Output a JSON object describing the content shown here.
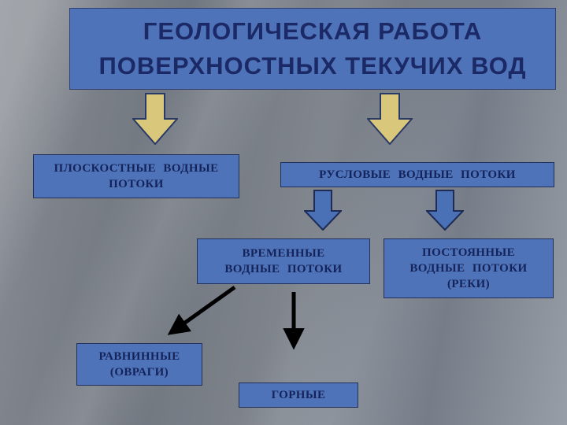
{
  "slide": {
    "title_line1": "ГЕОЛОГИЧЕСКАЯ РАБОТА",
    "title_line2": "ПОВЕРХНОСТНЫХ ТЕКУЧИХ ВОД"
  },
  "nodes": {
    "planar": "ПЛОСКОСТНЫЕ ВОДНЫЕ\nПОТОКИ",
    "channel": "РУСЛОВЫЕ ВОДНЫЕ ПОТОКИ",
    "temporary": "ВРЕМЕННЫЕ\nВОДНЫЕ ПОТОКИ",
    "permanent": "ПОСТОЯННЫЕ\nВОДНЫЕ ПОТОКИ\n(РЕКИ)",
    "plain": "РАВНИННЫЕ\n(ОВРАГИ)",
    "mountain": "ГОРНЫЕ"
  },
  "colors": {
    "node-fill": "#4f73b8",
    "node-border": "#22305c",
    "node-text": "#14235a",
    "title-fill": "#4f73b8",
    "title-text": "#1b2a66",
    "arrow-yellow": "#d9c87c",
    "arrow-blue": "#4a70b6",
    "arrow-outline": "#2a3a66",
    "connector-black": "#000000"
  }
}
